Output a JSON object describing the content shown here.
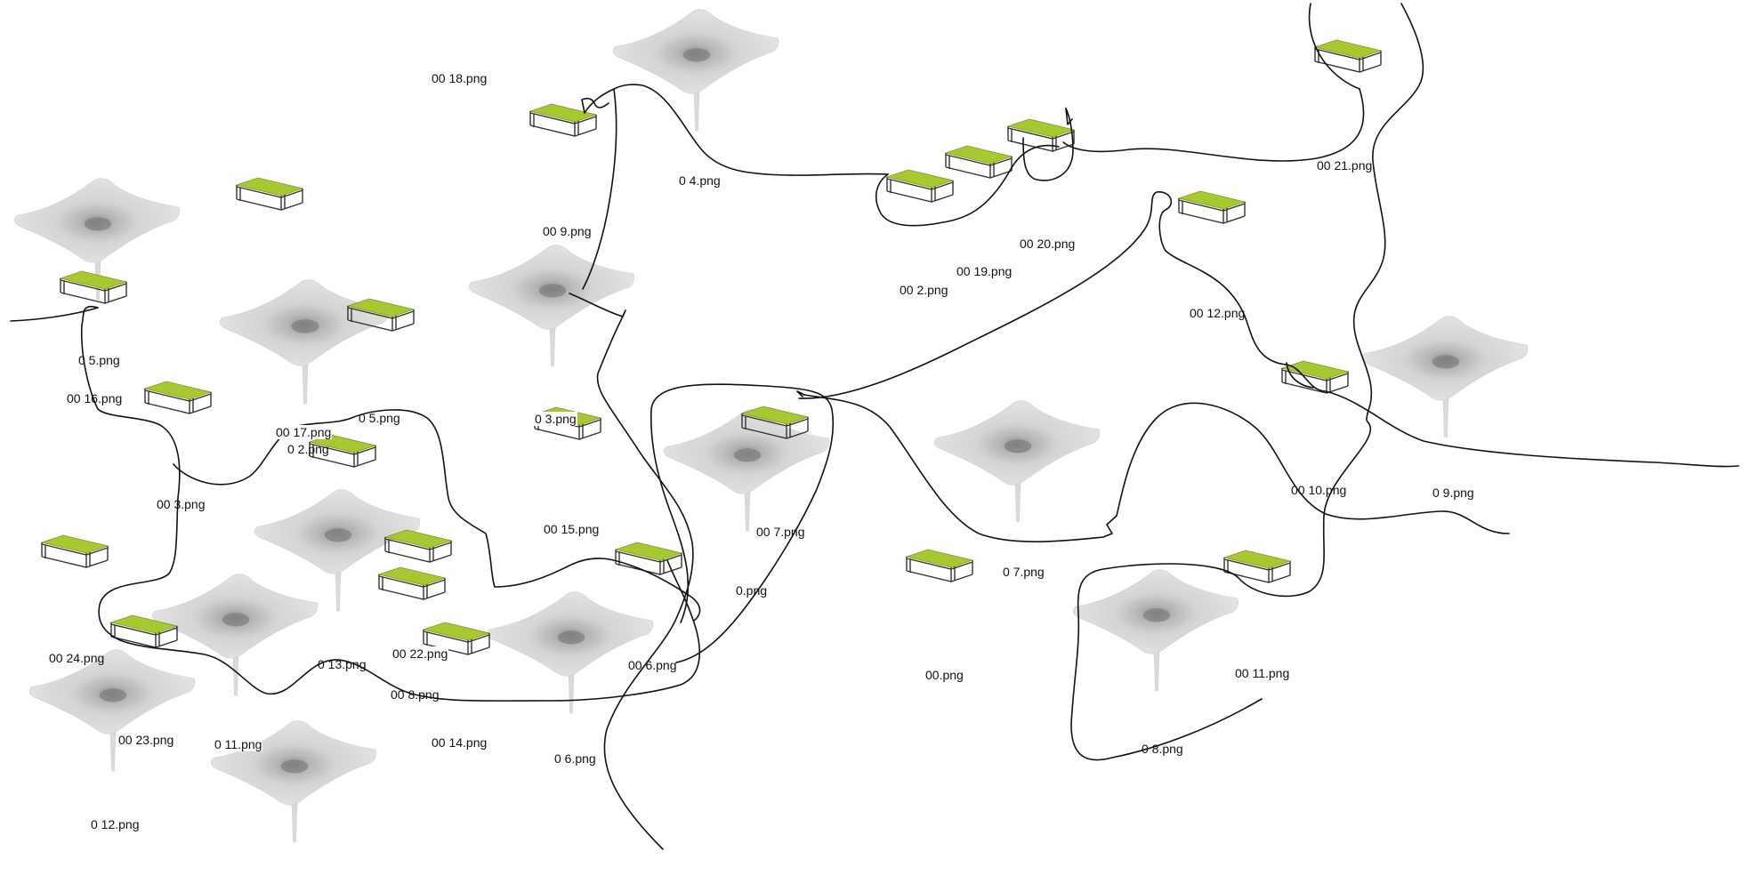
{
  "canvas": {
    "background": "#ffffff",
    "colors": {
      "table_top": "#a8c832",
      "table_frame": "#333333",
      "funnel": "#d6d6d4",
      "curve": "#111111"
    },
    "labels": [
      "00 18.png",
      "0 4.png",
      "00 9.png",
      "00 21.png",
      "00 20.png",
      "00 19.png",
      "00 2.png",
      "00 12.png",
      "0 5.png",
      "00 16.png",
      "00 17.png",
      "0 2.png",
      "0 5.png",
      "00 3.png",
      "00 15.png",
      "00 7.png",
      "0 3.png",
      "00 10.png",
      "0 9.png",
      "0 7.png",
      "0.png",
      "00 24.png",
      "0 13.png",
      "00 22.png",
      "00 6.png",
      "00.png",
      "00 11.png",
      "00 8.png",
      "00 23.png",
      "0 11.png",
      "00 14.png",
      "0 6.png",
      "0 8.png",
      "0 12.png"
    ],
    "icons": {
      "table": "table-icon",
      "funnel": "funnel-surface-icon"
    }
  }
}
